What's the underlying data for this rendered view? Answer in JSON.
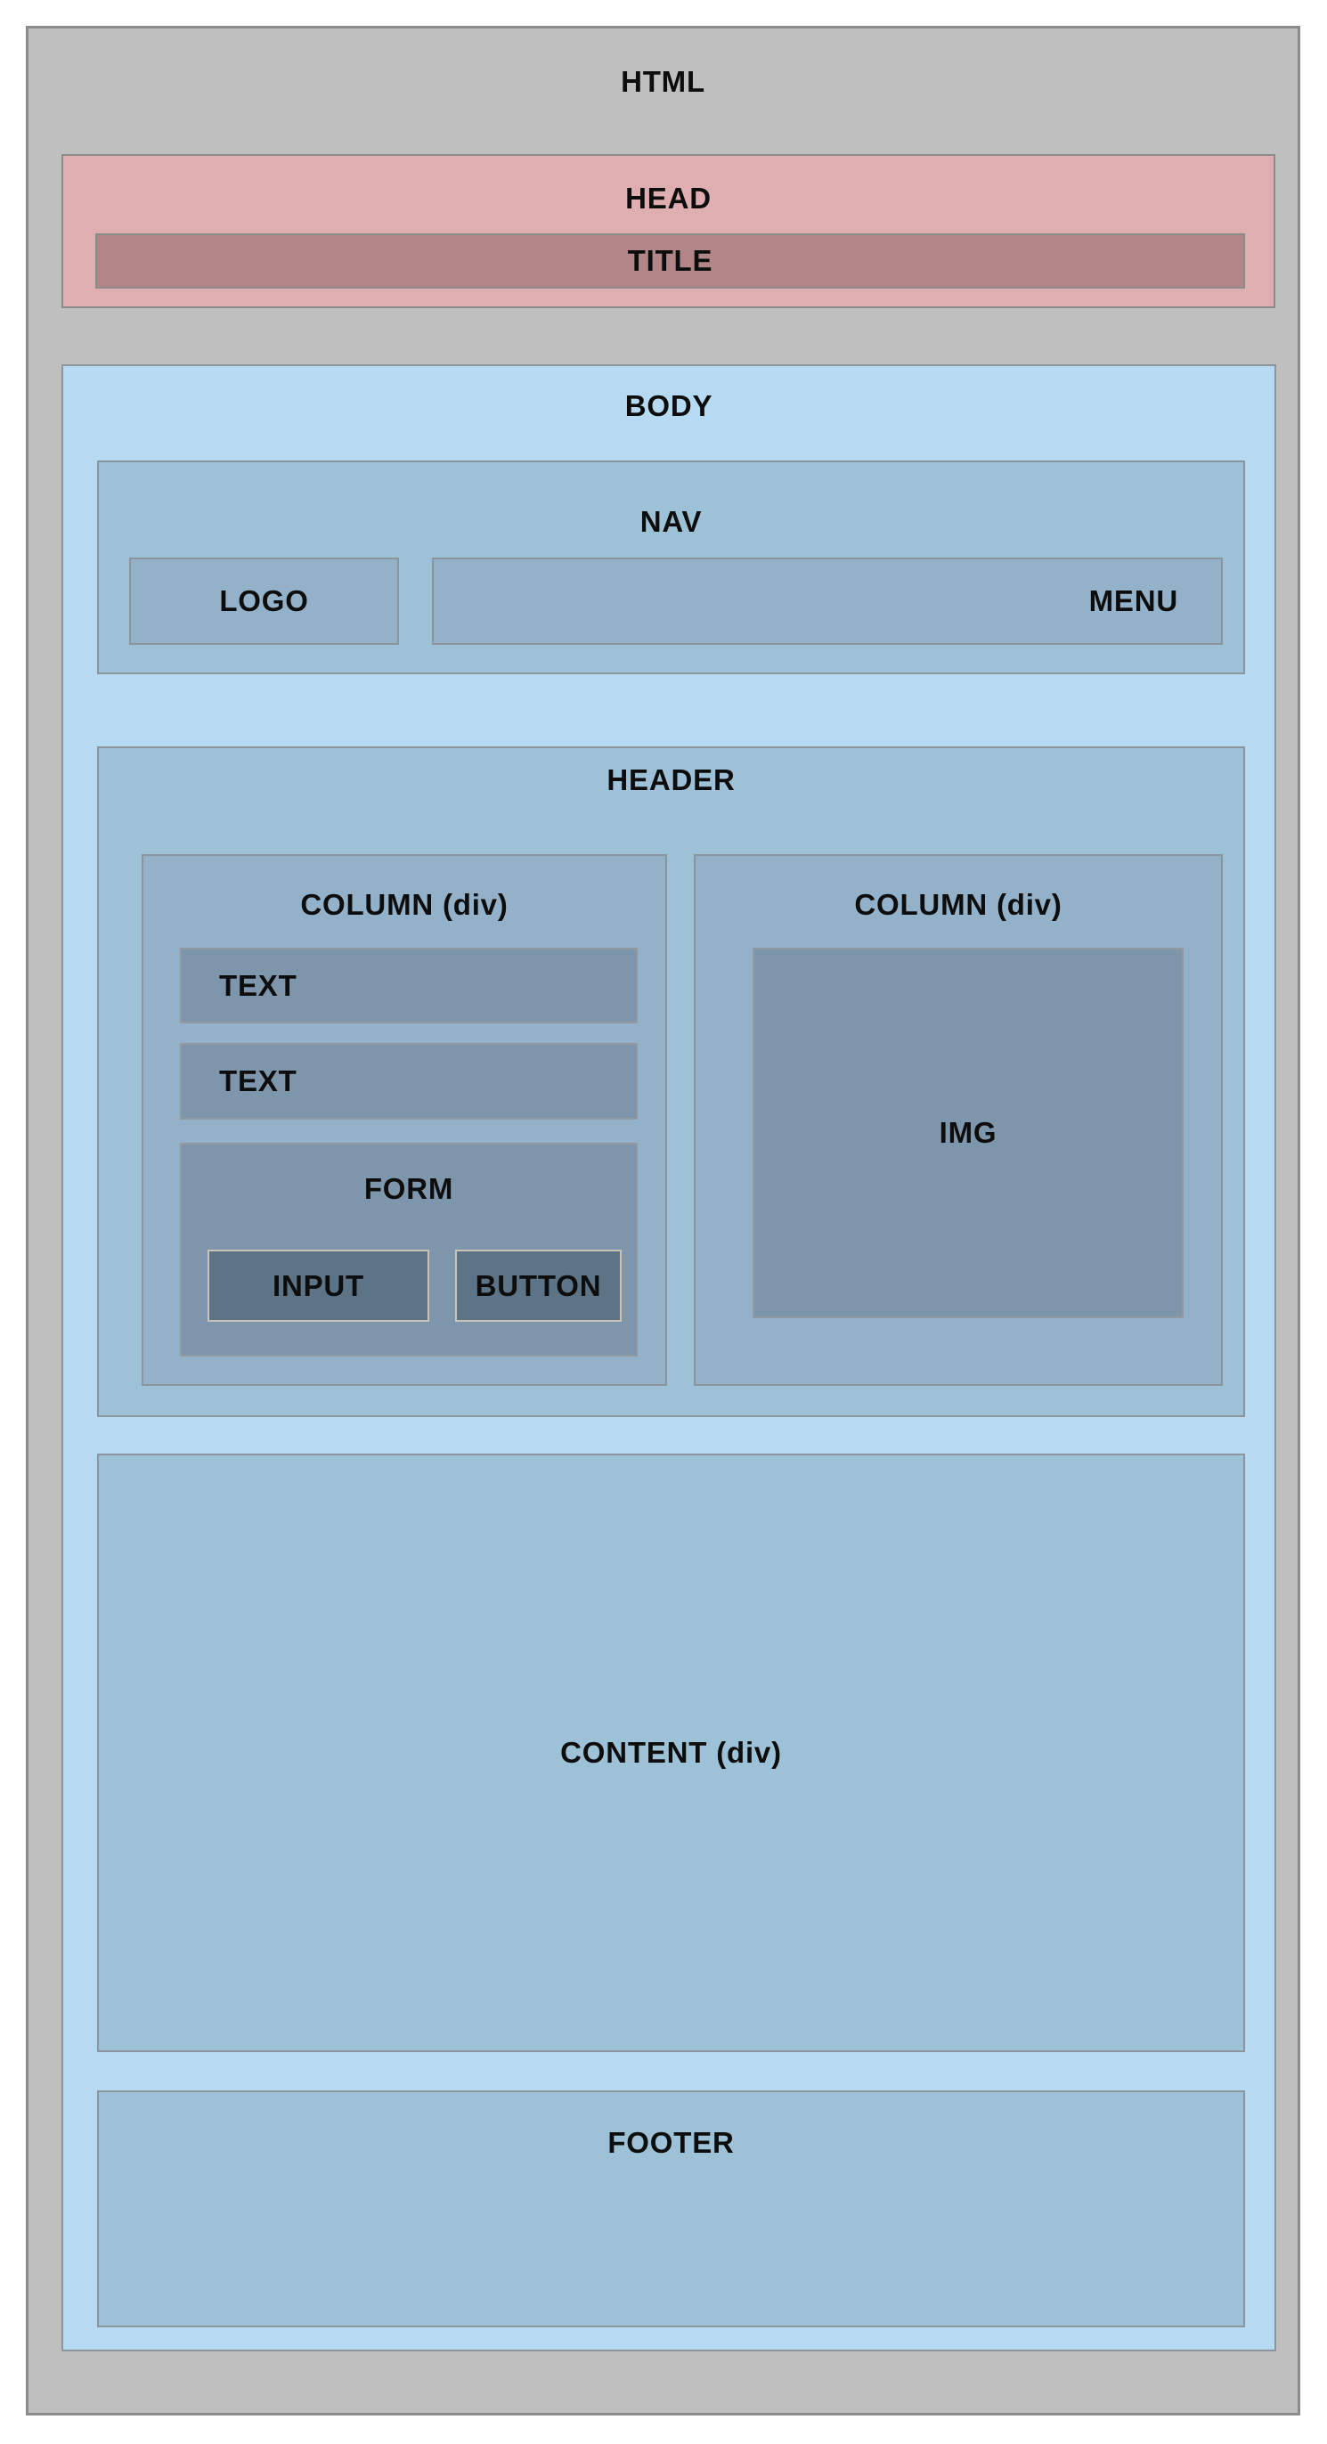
{
  "diagram": {
    "html": {
      "label": "HTML"
    },
    "head": {
      "label": "HEAD",
      "title": {
        "label": "TITLE"
      }
    },
    "body": {
      "label": "BODY",
      "nav": {
        "label": "NAV",
        "logo": {
          "label": "LOGO"
        },
        "menu": {
          "label": "MENU"
        }
      },
      "header": {
        "label": "HEADER",
        "left_column": {
          "label": "COLUMN (div)",
          "text1": {
            "label": "TEXT"
          },
          "text2": {
            "label": "TEXT"
          },
          "form": {
            "label": "FORM",
            "input": {
              "label": "INPUT"
            },
            "button": {
              "label": "BUTTON"
            }
          }
        },
        "right_column": {
          "label": "COLUMN (div)",
          "img": {
            "label": "IMG"
          }
        }
      },
      "content": {
        "label": "CONTENT (div)"
      },
      "footer": {
        "label": "FOOTER"
      }
    }
  },
  "colors": {
    "page_bg": "#ffffff",
    "html_bg": "#bfbfbf",
    "head_bg": "#dfaeb1",
    "title_bg": "#b28689",
    "body_bg": "#b6daf1",
    "section_bg": "#9dc2d8",
    "block_bg": "#93b2c9",
    "dark_bg": "#7e96ab",
    "darkest_bg": "#5d7487",
    "gray_border": "#8b8b8b",
    "blue_border": "#8d959c",
    "dark_border": "#93999e",
    "light_border": "#c9c3b8",
    "label": "#0d0d0d"
  }
}
